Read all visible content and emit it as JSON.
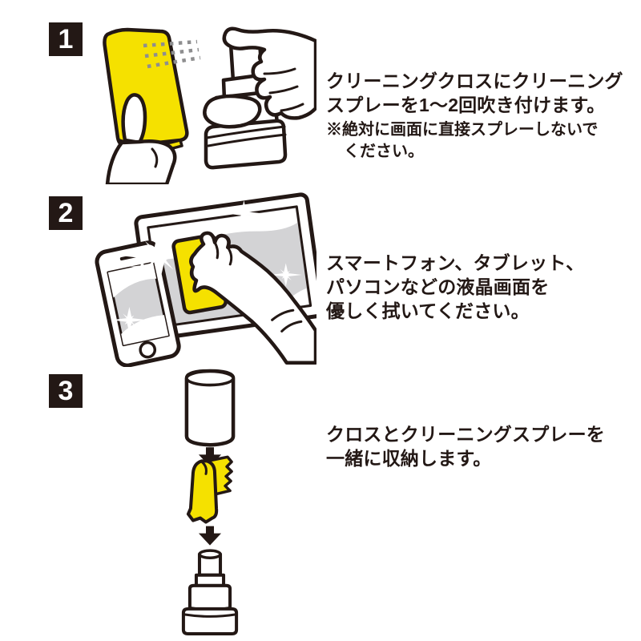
{
  "document": {
    "kind": "product-instruction-sheet",
    "language": "ja"
  },
  "colors": {
    "ink": "#231815",
    "accent_yellow": "#f5e100",
    "screen_gray": "#d3d3d5",
    "spray_dot_gray": "#8e8e8f",
    "badge_bg": "#231815",
    "badge_text": "#ffffff",
    "page_bg": "#ffffff"
  },
  "steps": [
    {
      "number": "1",
      "illustration": "spray-cleaner-onto-cloth-illustration",
      "lines": [
        "クリーニングクロスにクリーニング",
        "スプレーを1〜2回吹き付けます。"
      ],
      "note_lines": [
        "※絶対に画面に直接スプレーしないで",
        "ください。"
      ]
    },
    {
      "number": "2",
      "illustration": "wipe-device-screens-illustration",
      "lines": [
        "スマートフォン、タブレット、",
        "パソコンなどの液晶画面を",
        "優しく拭いてください。"
      ]
    },
    {
      "number": "3",
      "illustration": "store-cloth-and-spray-illustration",
      "lines": [
        "クロスとクリーニングスプレーを",
        "一緒に収納します。"
      ]
    }
  ]
}
